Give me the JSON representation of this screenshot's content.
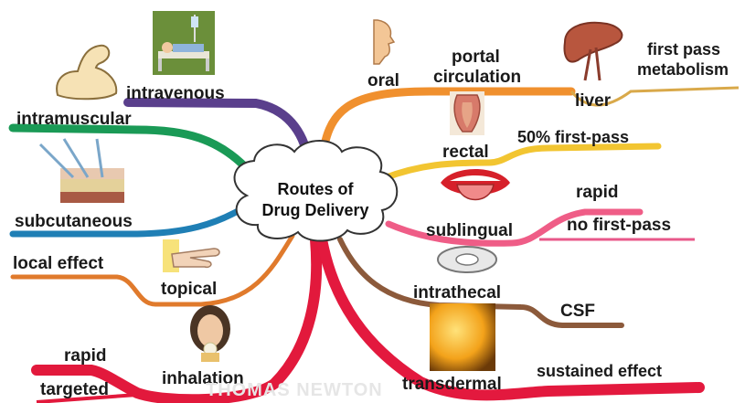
{
  "center": {
    "line1": "Routes of",
    "line2": "Drug Delivery"
  },
  "routes": {
    "oral": "oral",
    "intravenous": "intravenous",
    "intramuscular": "intramuscular",
    "subcutaneous": "subcutaneous",
    "topical": "topical",
    "inhalation": "inhalation",
    "rectal": "rectal",
    "sublingual": "sublingual",
    "intrathecal": "intrathecal",
    "transdermal": "transdermal"
  },
  "details": {
    "portal_1": "portal",
    "portal_2": "circulation",
    "liver": "liver",
    "first_pass_1": "first pass",
    "first_pass_2": "metabolism",
    "fifty_first_pass": "50% first-pass",
    "rapid_sublingual": "rapid",
    "no_first_pass": "no first-pass",
    "csf": "CSF",
    "sustained_effect": "sustained effect",
    "local_effect": "local effect",
    "rapid_inhalation": "rapid",
    "targeted": "targeted"
  },
  "watermark": "THOMAS NEWTON",
  "colors": {
    "oral": "#f0902e",
    "intravenous": "#5a3f8c",
    "intramuscular": "#1a9a56",
    "subcutaneous": "#1f7fb5",
    "topical": "#e07a2c",
    "inhalation": "#e2193c",
    "rectal": "#f2c531",
    "sublingual": "#ef5d87",
    "intrathecal": "#8c5a3b",
    "transdermal": "#e3193e",
    "liver_branch": "#d9a94a",
    "no_first_pass": "#e8588a"
  }
}
